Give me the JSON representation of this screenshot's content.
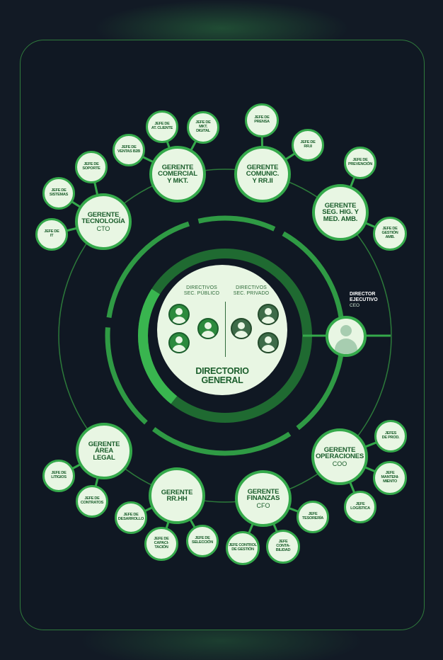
{
  "center": {
    "title": "DIRECTORIO\nGENERAL",
    "public_label": "DIRECTIVOS\nSEC. PÚBLICO",
    "private_label": "DIRECTIVOS\nSEC. PRIVADO"
  },
  "ceo": {
    "name": "DIRECTOR\nEJECUTIVO",
    "role": "CEO"
  },
  "managers": {
    "tecnologia": {
      "name": "GERENTE\nTECNOLOGÍA",
      "role": "CTO"
    },
    "comercial": {
      "name": "GERENTE\nCOMERCIAL\nY MKT.",
      "role": ""
    },
    "comunic": {
      "name": "GERENTE\nCOMUNIC.\nY RR.II",
      "role": ""
    },
    "seg": {
      "name": "GERENTE\nSEG. HIG. Y\nMED. AMB.",
      "role": ""
    },
    "legal": {
      "name": "GERENTE\nÁREA\nLEGAL",
      "role": ""
    },
    "rrhh": {
      "name": "GERENTE\nRR.HH",
      "role": ""
    },
    "finanzas": {
      "name": "GERENTE\nFINANZAS",
      "role": "CFO"
    },
    "operaciones": {
      "name": "GERENTE\nOPERACIONES",
      "role": "COO"
    }
  },
  "subordinates": {
    "it": "JEFE DE\nIT",
    "sistemas": "JEFE DE\nSISTEMAS",
    "soporte": "JEFE DE\nSOPORTE",
    "ventas": "JEFE DE\nVENTAS B2B",
    "at_cliente": "JEFE DE\nAT. CLIENTE",
    "mkt_digital": "JEFE DE\nMKT.\nDIGITAL",
    "prensa": "JEFE DE\nPRENSA",
    "rrii": "JEFE DE\nRR.II",
    "prevencion": "JEFE DE\nPREVENCIÓN",
    "gestion_amb": "JEFE DE\nGESTIÓN\nAMB.",
    "litigios": "JEFE DE\nLITIGIOS",
    "contratos": "JEFE DE\nCONTRATOS",
    "desarrollo": "JEFE DE\nDESARROLLO",
    "capacitacion": "JEFE DE\nCAPACI-\nTACIÓN",
    "seleccion": "JEFE DE\nSELECCIÓN",
    "control_gestion": "JEFE CONTROL\nDE GESTIÓN",
    "contabilidad": "JEFE\nCONTA-\nBILIDAD",
    "tesoreria": "JEFE\nTESORERÍA",
    "logistica": "JEFE\nLOGÍSTICA",
    "mantenimiento": "JEFE\nMANTENI-\nMIENTO",
    "produccion": "JEFES\nDE PROD."
  },
  "colors": {
    "background": "#121a25",
    "accent": "#35a94b",
    "node_fill": "#e8f6e3",
    "text_dark": "#1b5e2c"
  }
}
